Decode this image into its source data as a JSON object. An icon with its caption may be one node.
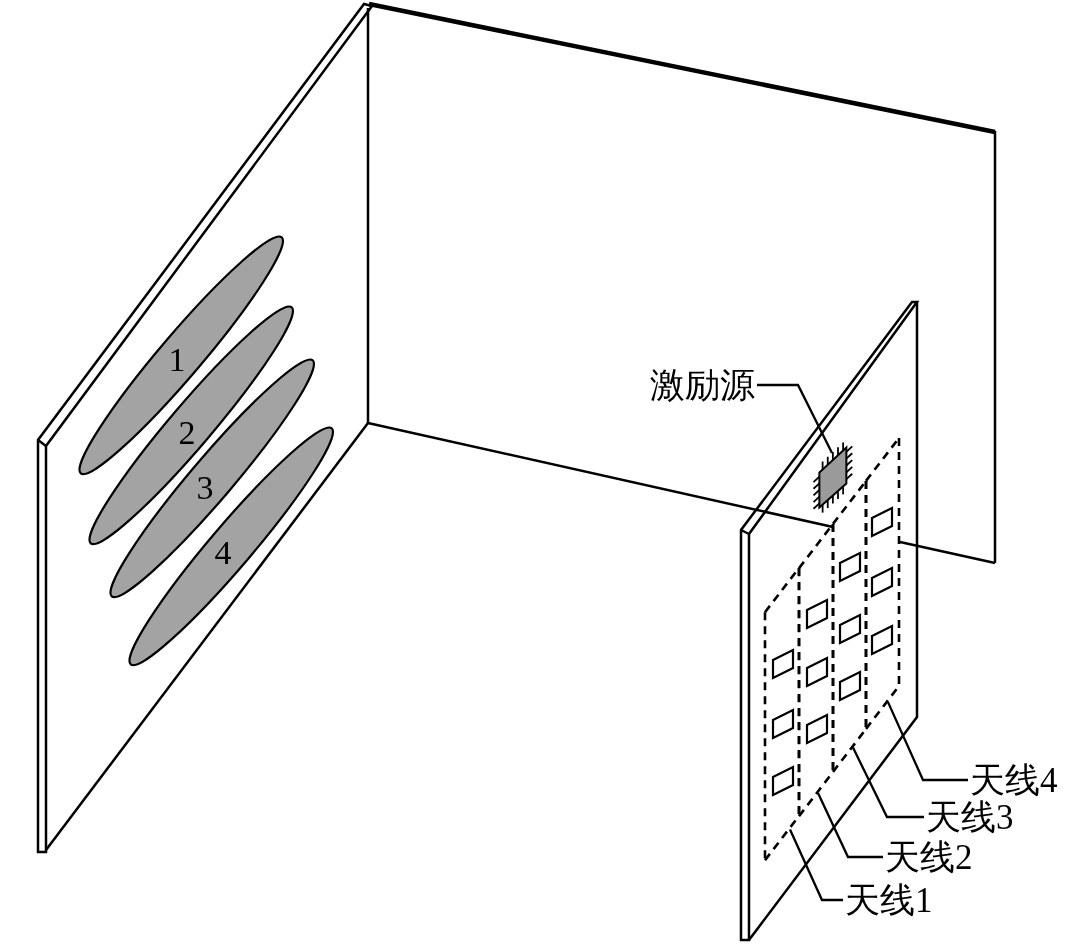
{
  "diagram": {
    "nodes": [
      {
        "text": [
          "1"
        ]
      },
      {
        "text": [
          "2"
        ]
      },
      {
        "text": [
          "3"
        ]
      },
      {
        "text": [
          "4"
        ]
      },
      {
        "text": [
          "激励源"
        ]
      },
      {
        "text": [],
        "shape": "chip"
      },
      {
        "text": [],
        "shape": "box"
      },
      {
        "text": [],
        "shape": "box"
      },
      {
        "text": [],
        "shape": "box"
      },
      {
        "text": [],
        "shape": "box"
      },
      {
        "text": [
          "天线4"
        ]
      },
      {
        "text": [
          "天线3"
        ]
      },
      {
        "text": [
          "天线2"
        ]
      },
      {
        "text": [
          "天线1"
        ]
      }
    ],
    "edges": [
      {
        "from": 4,
        "to": 5,
        "arrow": "none"
      },
      {
        "from": 10,
        "to": 9,
        "arrow": "none"
      },
      {
        "from": 11,
        "to": 8,
        "arrow": "none"
      },
      {
        "from": 12,
        "to": 7,
        "arrow": "none"
      },
      {
        "from": 13,
        "to": 6,
        "arrow": "none"
      }
    ]
  }
}
